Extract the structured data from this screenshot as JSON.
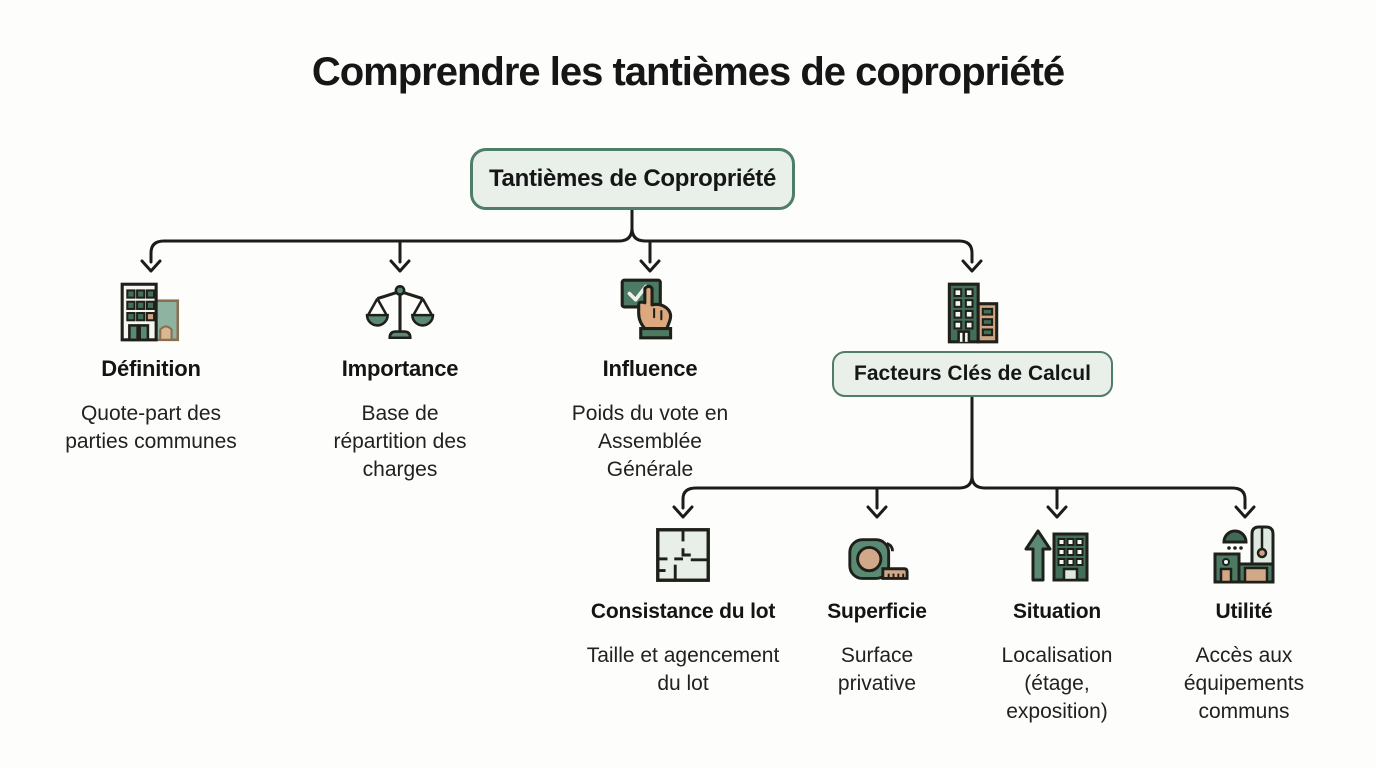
{
  "title": "Comprendre les tantièmes de copropriété",
  "root": {
    "label": "Tantièmes de Copropriété"
  },
  "branches": [
    {
      "label": "Définition",
      "desc": "Quote-part des parties communes",
      "icon": "office-building-icon"
    },
    {
      "label": "Importance",
      "desc": "Base de répartition des charges",
      "icon": "balance-scale-icon"
    },
    {
      "label": "Influence",
      "desc": "Poids du vote en Assemblée Générale",
      "icon": "vote-button-icon"
    },
    {
      "label": "Facteurs Clés de Calcul",
      "desc": "",
      "icon": "two-buildings-icon"
    }
  ],
  "sub_branches": [
    {
      "label": "Consistance du lot",
      "desc": "Taille et agencement du lot",
      "icon": "floor-plan-icon"
    },
    {
      "label": "Superficie",
      "desc": "Surface privative",
      "icon": "tape-measure-icon"
    },
    {
      "label": "Situation",
      "desc": "Localisation (étage, exposition)",
      "icon": "building-up-arrow-icon"
    },
    {
      "label": "Utilité",
      "desc": "Accès aux équipements communs",
      "icon": "shared-facilities-icon"
    }
  ],
  "colors": {
    "node_fill": "#e9f0ea",
    "node_border": "#4e7d69",
    "line": "#1c1c1c",
    "icon_green_dark": "#436e59",
    "icon_green_mid": "#5b8a74",
    "icon_teal": "#8fb3a1",
    "icon_tan": "#cfa483",
    "icon_skin": "#dca87f",
    "background": "#fdfdfc",
    "text": "#1d1d1d"
  }
}
